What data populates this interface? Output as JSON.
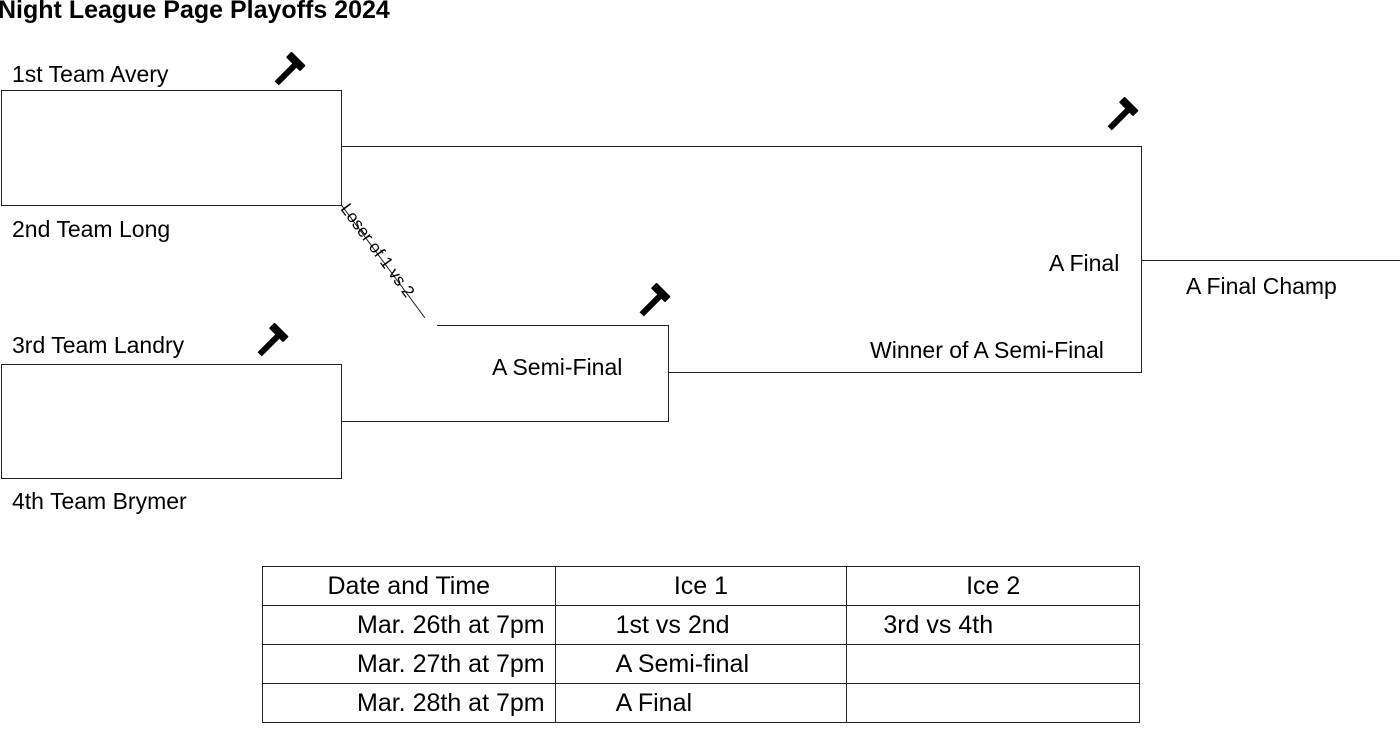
{
  "title": "Night League Page Playoffs 2024",
  "teams": [
    {
      "seed_label": "1st Team Avery"
    },
    {
      "seed_label": "2nd Team Long"
    },
    {
      "seed_label": "3rd Team Landry"
    },
    {
      "seed_label": "4th Team Brymer"
    }
  ],
  "bracket": {
    "loser_label": "Loser of 1 vs 2",
    "semi_final_label": "A Semi-Final",
    "final_label": "A Final",
    "winner_semi_label": "Winner of A Semi-Final",
    "champ_label": "A Final Champ"
  },
  "icons": [
    "hammer-icon"
  ],
  "schedule": {
    "headers": [
      "Date and Time",
      "Ice 1",
      "Ice 2"
    ],
    "rows": [
      [
        "Mar. 26th at 7pm",
        "1st vs 2nd",
        "3rd vs 4th"
      ],
      [
        "Mar. 27th at 7pm",
        "A Semi-final",
        ""
      ],
      [
        "Mar. 28th at 7pm",
        "A Final",
        ""
      ]
    ]
  }
}
